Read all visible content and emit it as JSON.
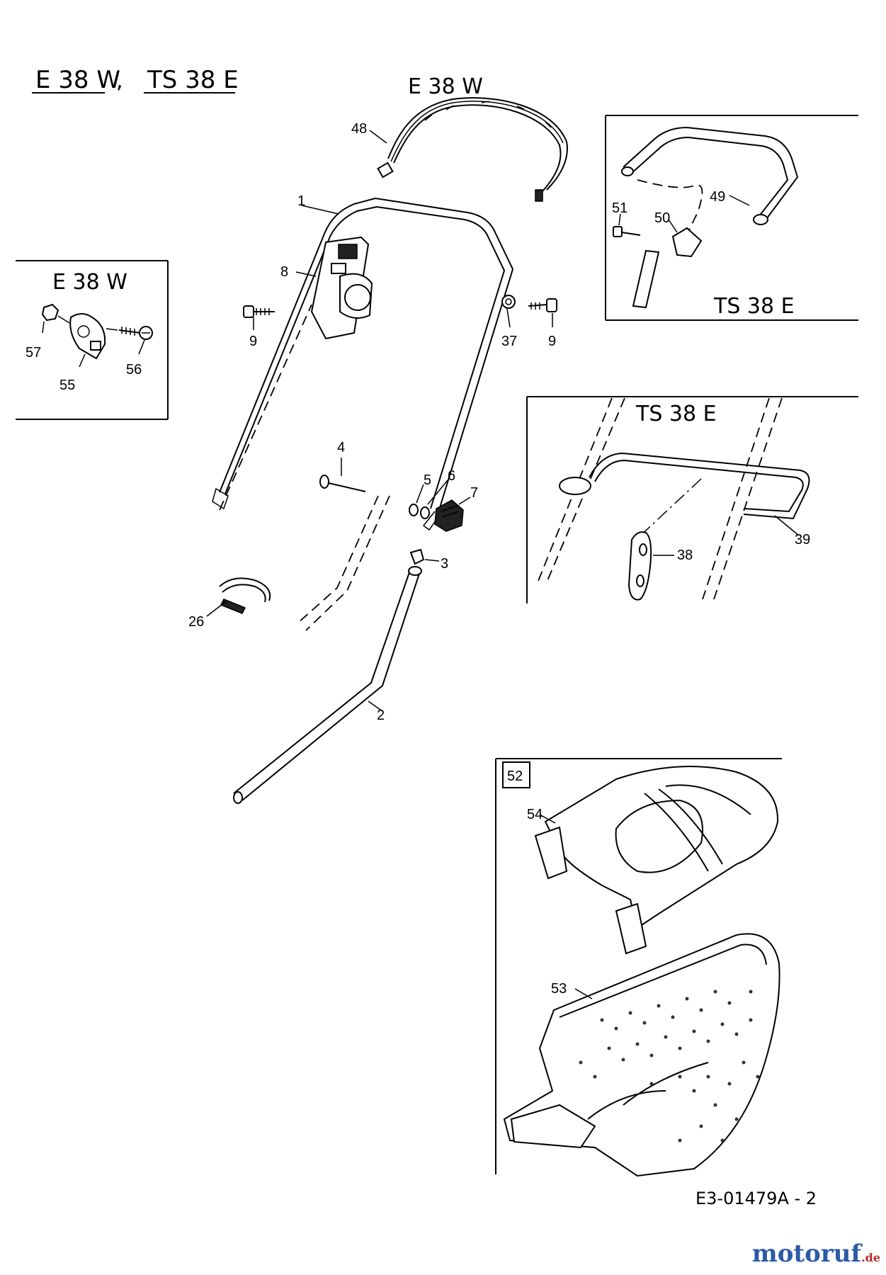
{
  "header": {
    "model_a": "E 38 W",
    "separator": ",",
    "model_b": "TS 38 E"
  },
  "top_label": "E 38 W",
  "panels": {
    "left": {
      "title": "E 38 W"
    },
    "top_right": {
      "title": "TS 38 E"
    },
    "mid_right": {
      "title": "TS 38 E"
    },
    "bag": {
      "box_label": "52"
    }
  },
  "callouts": {
    "c1": "1",
    "c2": "2",
    "c3": "3",
    "c4": "4",
    "c5": "5",
    "c6": "6",
    "c7": "7",
    "c8": "8",
    "c9a": "9",
    "c9b": "9",
    "c26": "26",
    "c37": "37",
    "c38": "38",
    "c39": "39",
    "c48": "48",
    "c49": "49",
    "c50": "50",
    "c51": "51",
    "c53": "53",
    "c54": "54",
    "c55": "55",
    "c56": "56",
    "c57": "57"
  },
  "drawing_number": "E3-01479A - 2",
  "watermark": {
    "main": "motoruf",
    "suffix": ".de"
  },
  "colors": {
    "line": "#000000",
    "watermark_blue": "#2c5aa8",
    "watermark_red": "#c0282d"
  }
}
